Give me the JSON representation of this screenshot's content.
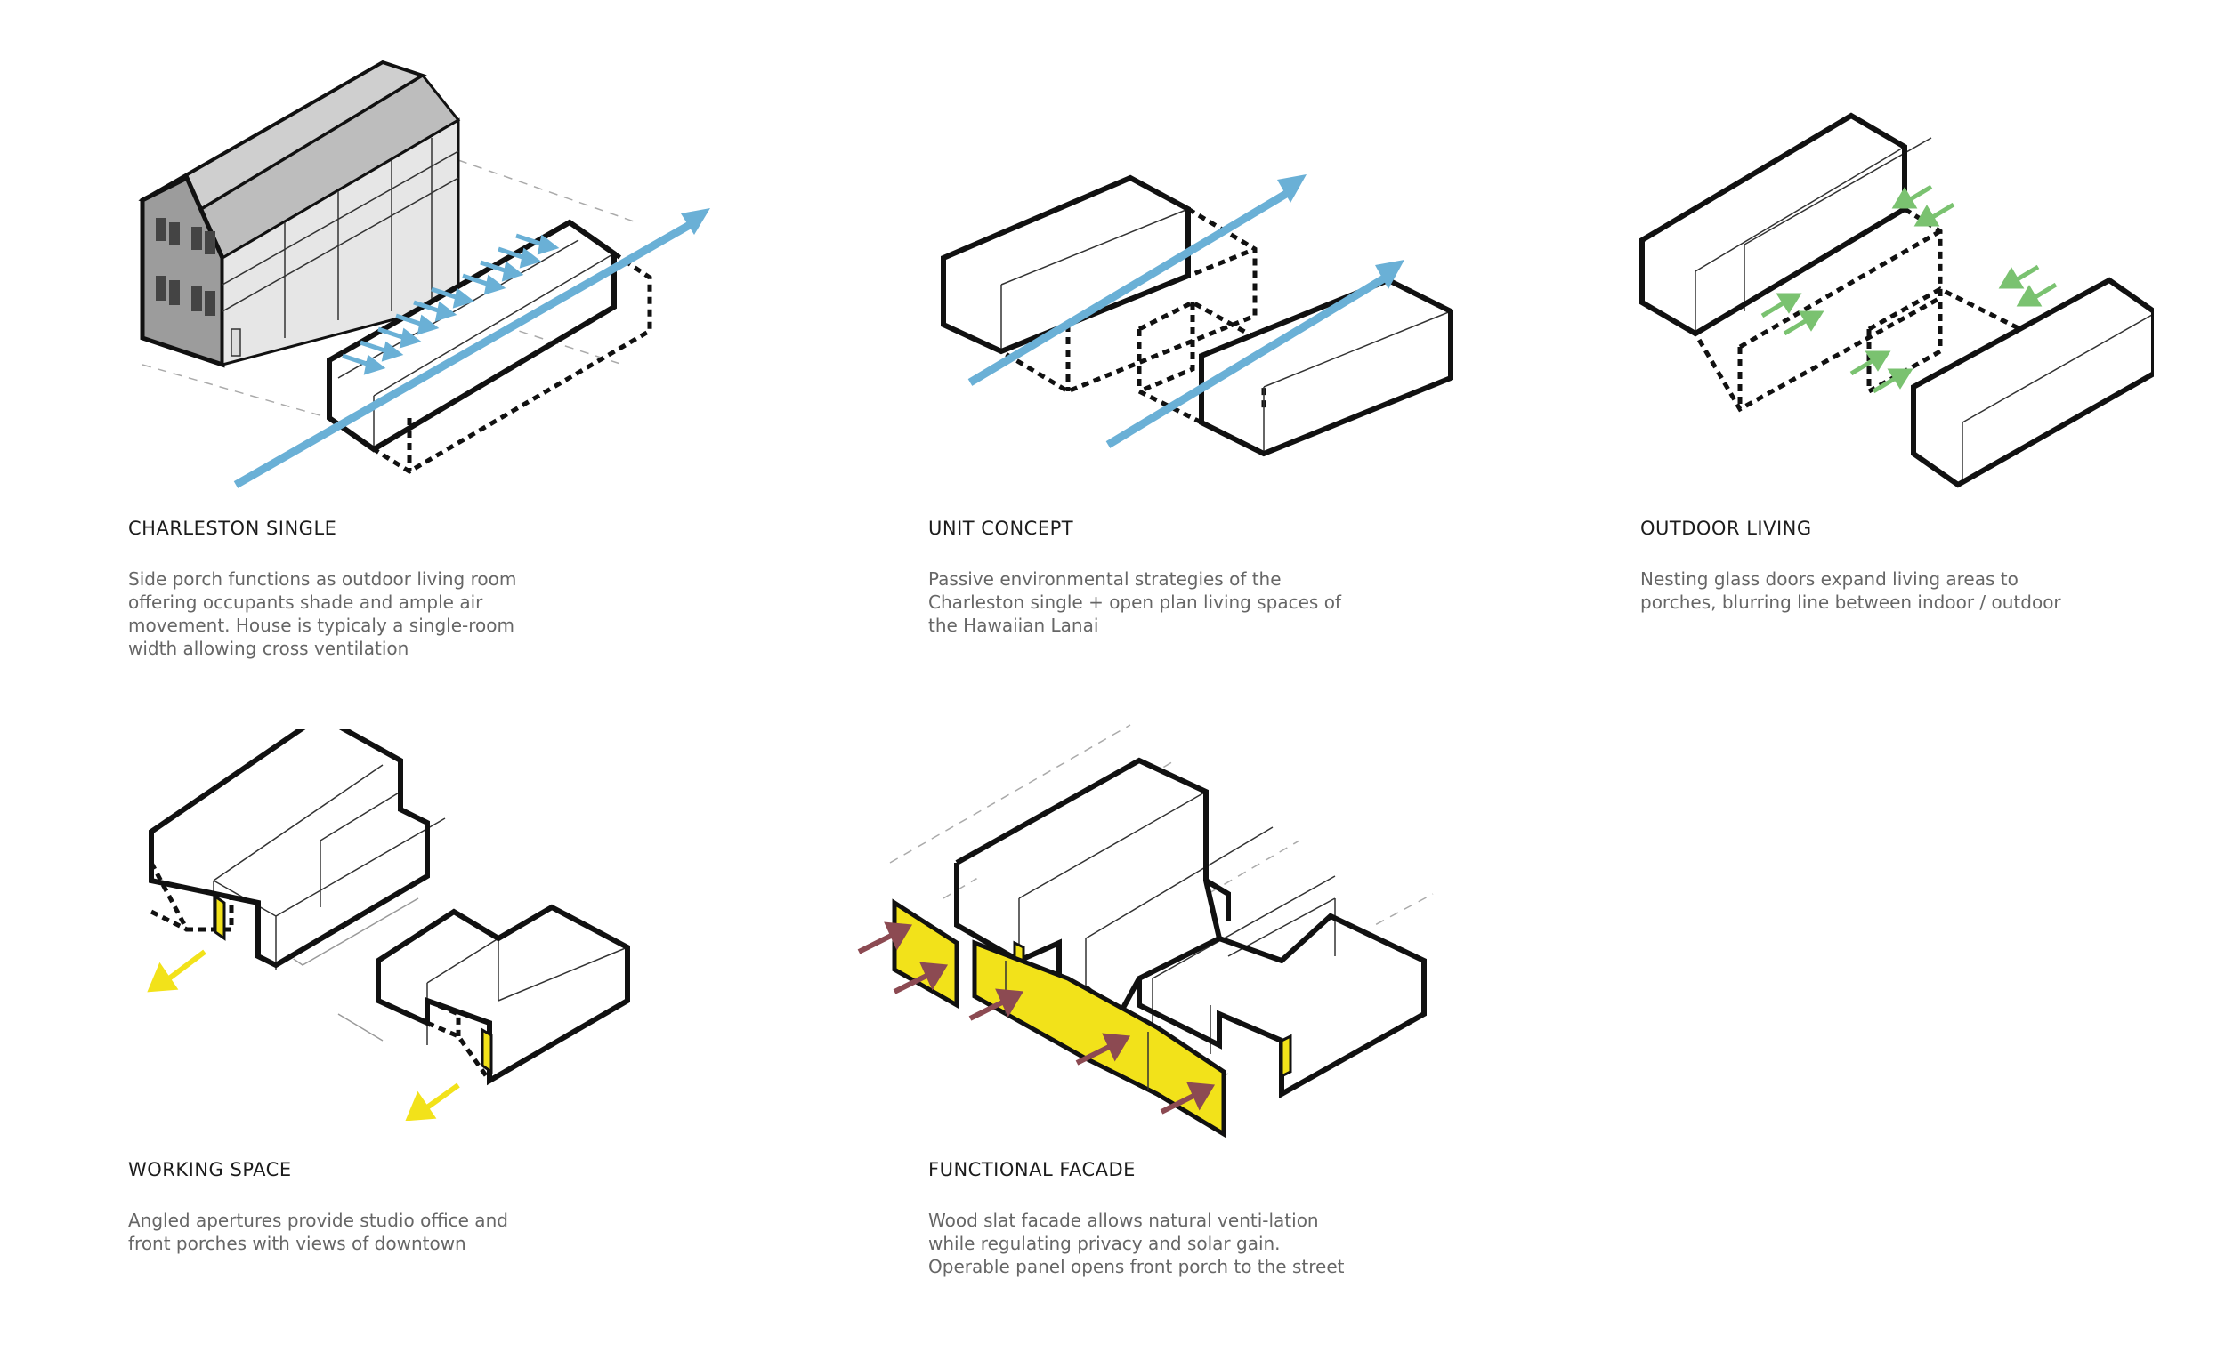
{
  "diagrams": [
    {
      "title": "CHARLESTON SINGLE",
      "description": "Side porch functions as outdoor living room offering occupants shade and ample air movement. House is typicaly a single-room width allowing cross ventilation"
    },
    {
      "title": "UNIT CONCEPT",
      "description": "Passive environmental strategies of the Charleston single + open plan living spaces of the Hawaiian Lanai"
    },
    {
      "title": "OUTDOOR LIVING",
      "description": "Nesting glass doors expand living areas to porches, blurring line between indoor / outdoor"
    },
    {
      "title": "WORKING SPACE",
      "description": "Angled apertures provide studio office and front porches with views of downtown"
    },
    {
      "title": "FUNCTIONAL FACADE",
      "description": "Wood slat facade allows natural venti-lation while regulating privacy and solar gain. Operable panel opens front porch to the street"
    }
  ],
  "colors": {
    "ventilation_arrow": "#6ab0d6",
    "outdoor_arrow": "#7ac270",
    "aperture_yellow": "#f2e21a",
    "facade_arrow": "#8c4a52",
    "outline": "#111111",
    "text_title": "#1c1c1c",
    "text_desc": "#666666"
  }
}
